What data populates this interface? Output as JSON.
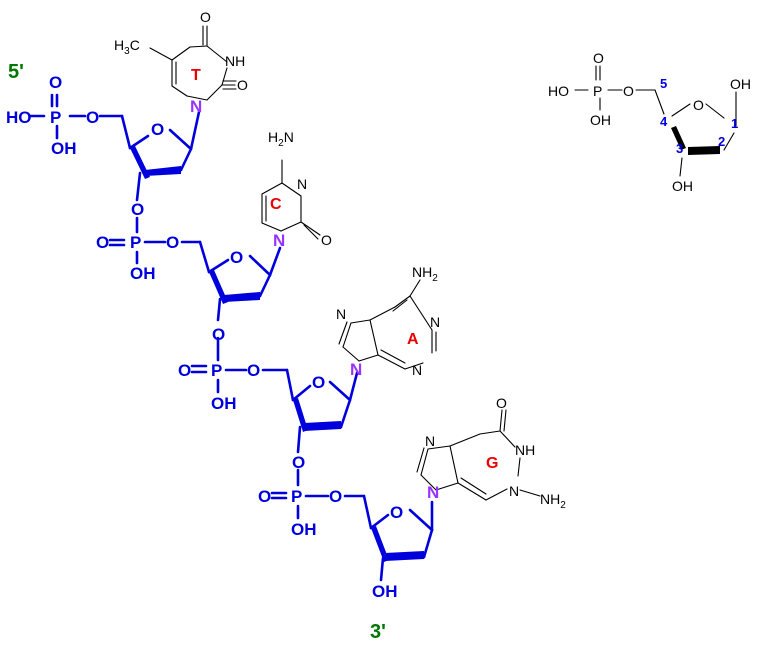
{
  "colors": {
    "backbone": "#0000dd",
    "glycosidic_n": "#9933ff",
    "base_letter": "#ee0000",
    "end_label": "#007700",
    "base_line": "#000000",
    "position_number": "#0000dd"
  },
  "labels": {
    "ho": "HO",
    "oh": "OH",
    "o": "O",
    "p": "P",
    "n": "N",
    "nh": "NH",
    "nh2": "NH",
    "nh2_sub": "2",
    "h2n": "H",
    "h2n_sub": "2",
    "h2n_tail": "N",
    "ch3": "H",
    "ch3_sub": "3",
    "ch3_tail": "C"
  },
  "strand": {
    "five_prime": "5'",
    "three_prime": "3'",
    "bases": [
      "T",
      "C",
      "A",
      "G"
    ]
  },
  "reference_sugar": {
    "ho": "HO",
    "oh": "OH",
    "o": "O",
    "p": "P",
    "numbers": [
      "1",
      "2",
      "3",
      "4",
      "5"
    ]
  }
}
